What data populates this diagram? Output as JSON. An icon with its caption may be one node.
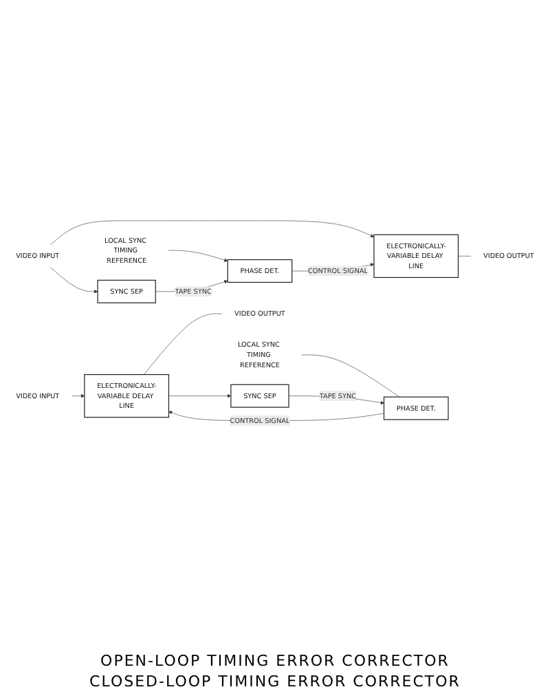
{
  "diagram": {
    "nodes": [
      {
        "text": [
          "VIDEO INPUT"
        ]
      },
      {
        "text": [
          "ELECTRONICALLY-VARIABLE DELAY LINE"
        ]
      },
      {
        "text": [
          "VIDEO OUTPUT"
        ]
      },
      {
        "text": [
          "SYNC SEP"
        ]
      },
      {
        "text": [
          "PHASE DET."
        ]
      },
      {
        "text": [
          "LOCAL SYNC TIMING REFERENCE"
        ]
      },
      {
        "text": [
          "VIDEO INPUT"
        ]
      },
      {
        "text": [
          "ELECTRONICALLY-VARIABLE DELAY LINE"
        ]
      },
      {
        "text": [
          "VIDEO OUTPUT"
        ]
      },
      {
        "text": [
          "SYNC SEP"
        ]
      },
      {
        "text": [
          "PHASE DET."
        ]
      },
      {
        "text": [
          "LOCAL SYNC TIMING REFERENCE"
        ]
      }
    ],
    "edges": [
      {
        "from": 0,
        "to": 1,
        "arrow": "to"
      },
      {
        "from": 1,
        "to": 2,
        "arrow": "none"
      },
      {
        "from": 0,
        "to": 3,
        "arrow": "to"
      },
      {
        "from": 3,
        "to": 4,
        "label": "TAPE SYNC",
        "arrow": "to"
      },
      {
        "from": 4,
        "to": 1,
        "label": "CONTROL SIGNAL",
        "arrow": "to"
      },
      {
        "from": 5,
        "to": 4,
        "arrow": "to"
      },
      {
        "from": 6,
        "to": 7,
        "arrow": "to"
      },
      {
        "from": 7,
        "to": 8,
        "arrow": "none"
      },
      {
        "from": 7,
        "to": 9,
        "arrow": "to"
      },
      {
        "from": 9,
        "to": 10,
        "label": "TAPE SYNC",
        "arrow": "to"
      },
      {
        "from": 10,
        "to": 7,
        "label": "CONTROL SIGNAL",
        "arrow": "to"
      },
      {
        "from": 11,
        "to": 10,
        "arrow": "none"
      }
    ],
    "labels": [
      "OPEN-LOOP TIMING ERROR CORRECTOR",
      "CLOSED-LOOP TIMING ERROR CORRECTOR"
    ]
  }
}
